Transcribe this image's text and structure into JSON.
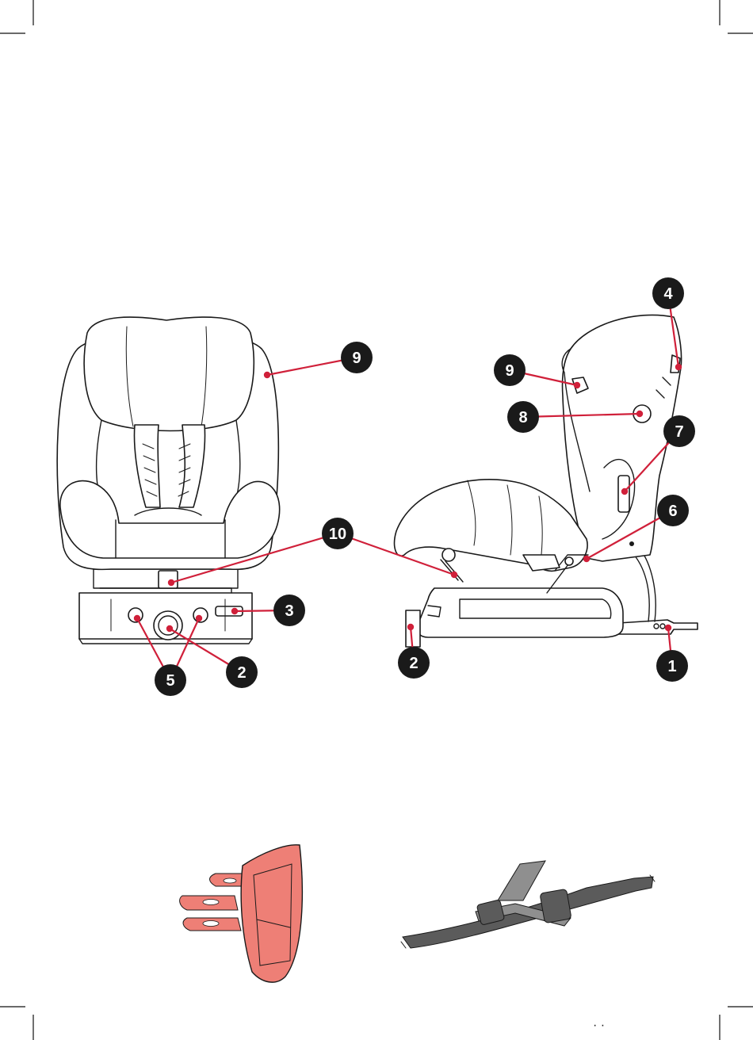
{
  "colors": {
    "accent": "#d0203a",
    "badge": "#1a1a1a",
    "badge_text": "#ffffff",
    "accessory_fill": "#ee7f76",
    "belt_dark": "#5b5b5b",
    "belt_light": "#8f8f8f"
  },
  "callouts": {
    "front_9": "9",
    "front_10": "10",
    "front_3": "3",
    "front_2": "2",
    "front_5": "5",
    "side_4": "4",
    "side_9": "9",
    "side_8": "8",
    "side_7": "7",
    "side_6": "6",
    "side_2": "2",
    "side_1": "1"
  },
  "footer": {
    "marks": "· ·"
  }
}
